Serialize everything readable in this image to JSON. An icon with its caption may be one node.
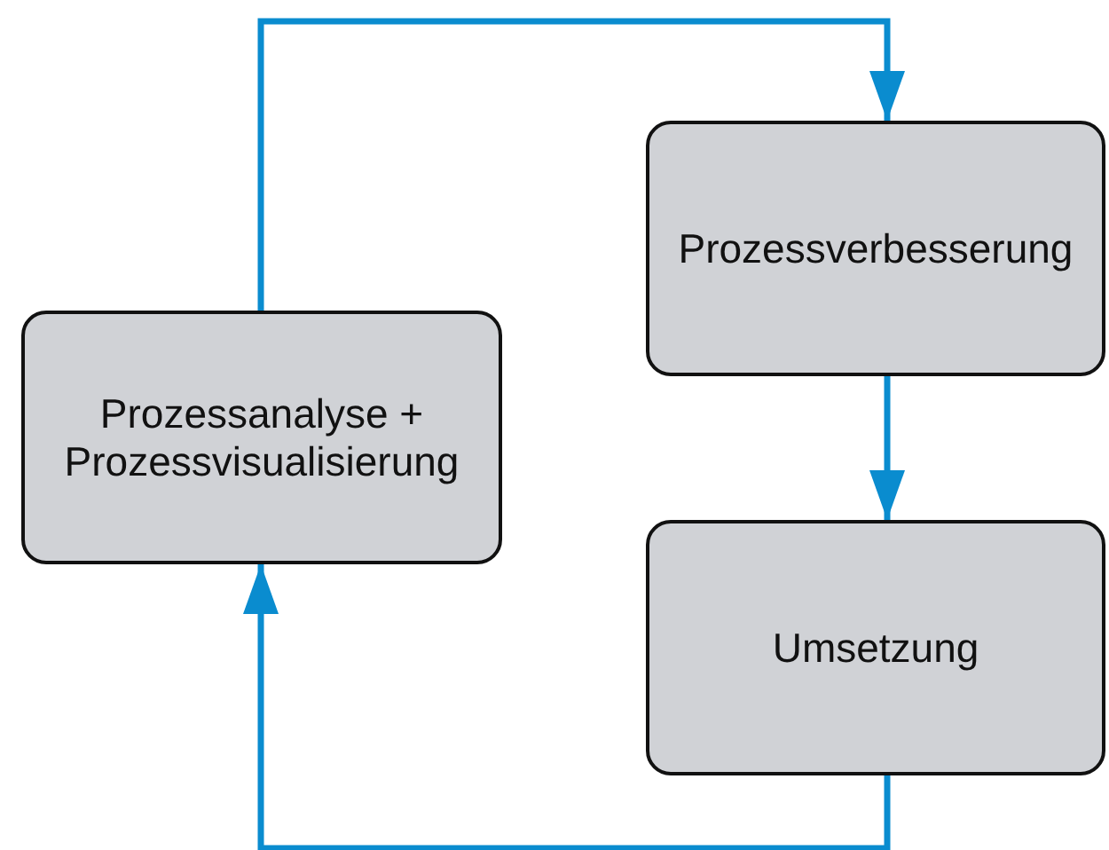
{
  "diagram": {
    "nodes": [
      {
        "text": [
          "Prozessanalyse + Prozessvisualisierung"
        ]
      },
      {
        "text": [
          "Prozessverbesserung"
        ]
      },
      {
        "text": [
          "Umsetzung"
        ]
      }
    ],
    "edges": [
      {
        "from": 0,
        "to": 1,
        "arrow": "to"
      },
      {
        "from": 1,
        "to": 2,
        "arrow": "to"
      },
      {
        "from": 2,
        "to": 0,
        "arrow": "to"
      }
    ]
  }
}
